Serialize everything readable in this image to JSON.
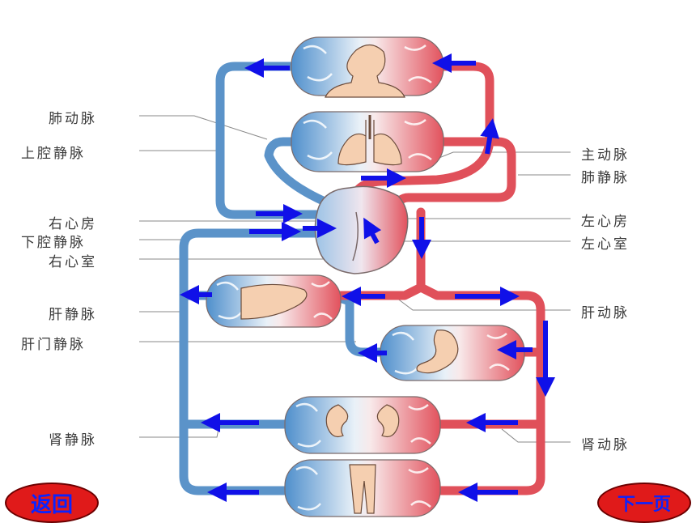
{
  "labels": {
    "pulmonary_artery": "肺动脉",
    "superior_vena_cava": "上腔静脉",
    "right_atrium": "右心房",
    "inferior_vena_cava": "下腔静脉",
    "right_ventricle": "右心室",
    "hepatic_vein": "肝静脉",
    "hepatic_portal_vein": "肝门静脉",
    "renal_vein": "肾静脉",
    "aorta": "主动脉",
    "pulmonary_vein": "肺静脉",
    "left_atrium": "左心房",
    "left_ventricle": "左心室",
    "hepatic_artery": "肝动脉",
    "renal_artery": "肾动脉"
  },
  "nav": {
    "back": "返回",
    "next": "下一页"
  },
  "colors": {
    "venous": "#5b93c9",
    "arterial": "#e0505a",
    "arrow": "#1010e8",
    "button": "#e01a1a",
    "button_text": "#0a23ff"
  },
  "organs": [
    "head-icon",
    "lungs-icon",
    "liver-icon",
    "stomach-icon",
    "kidneys-icon",
    "legs-icon"
  ]
}
